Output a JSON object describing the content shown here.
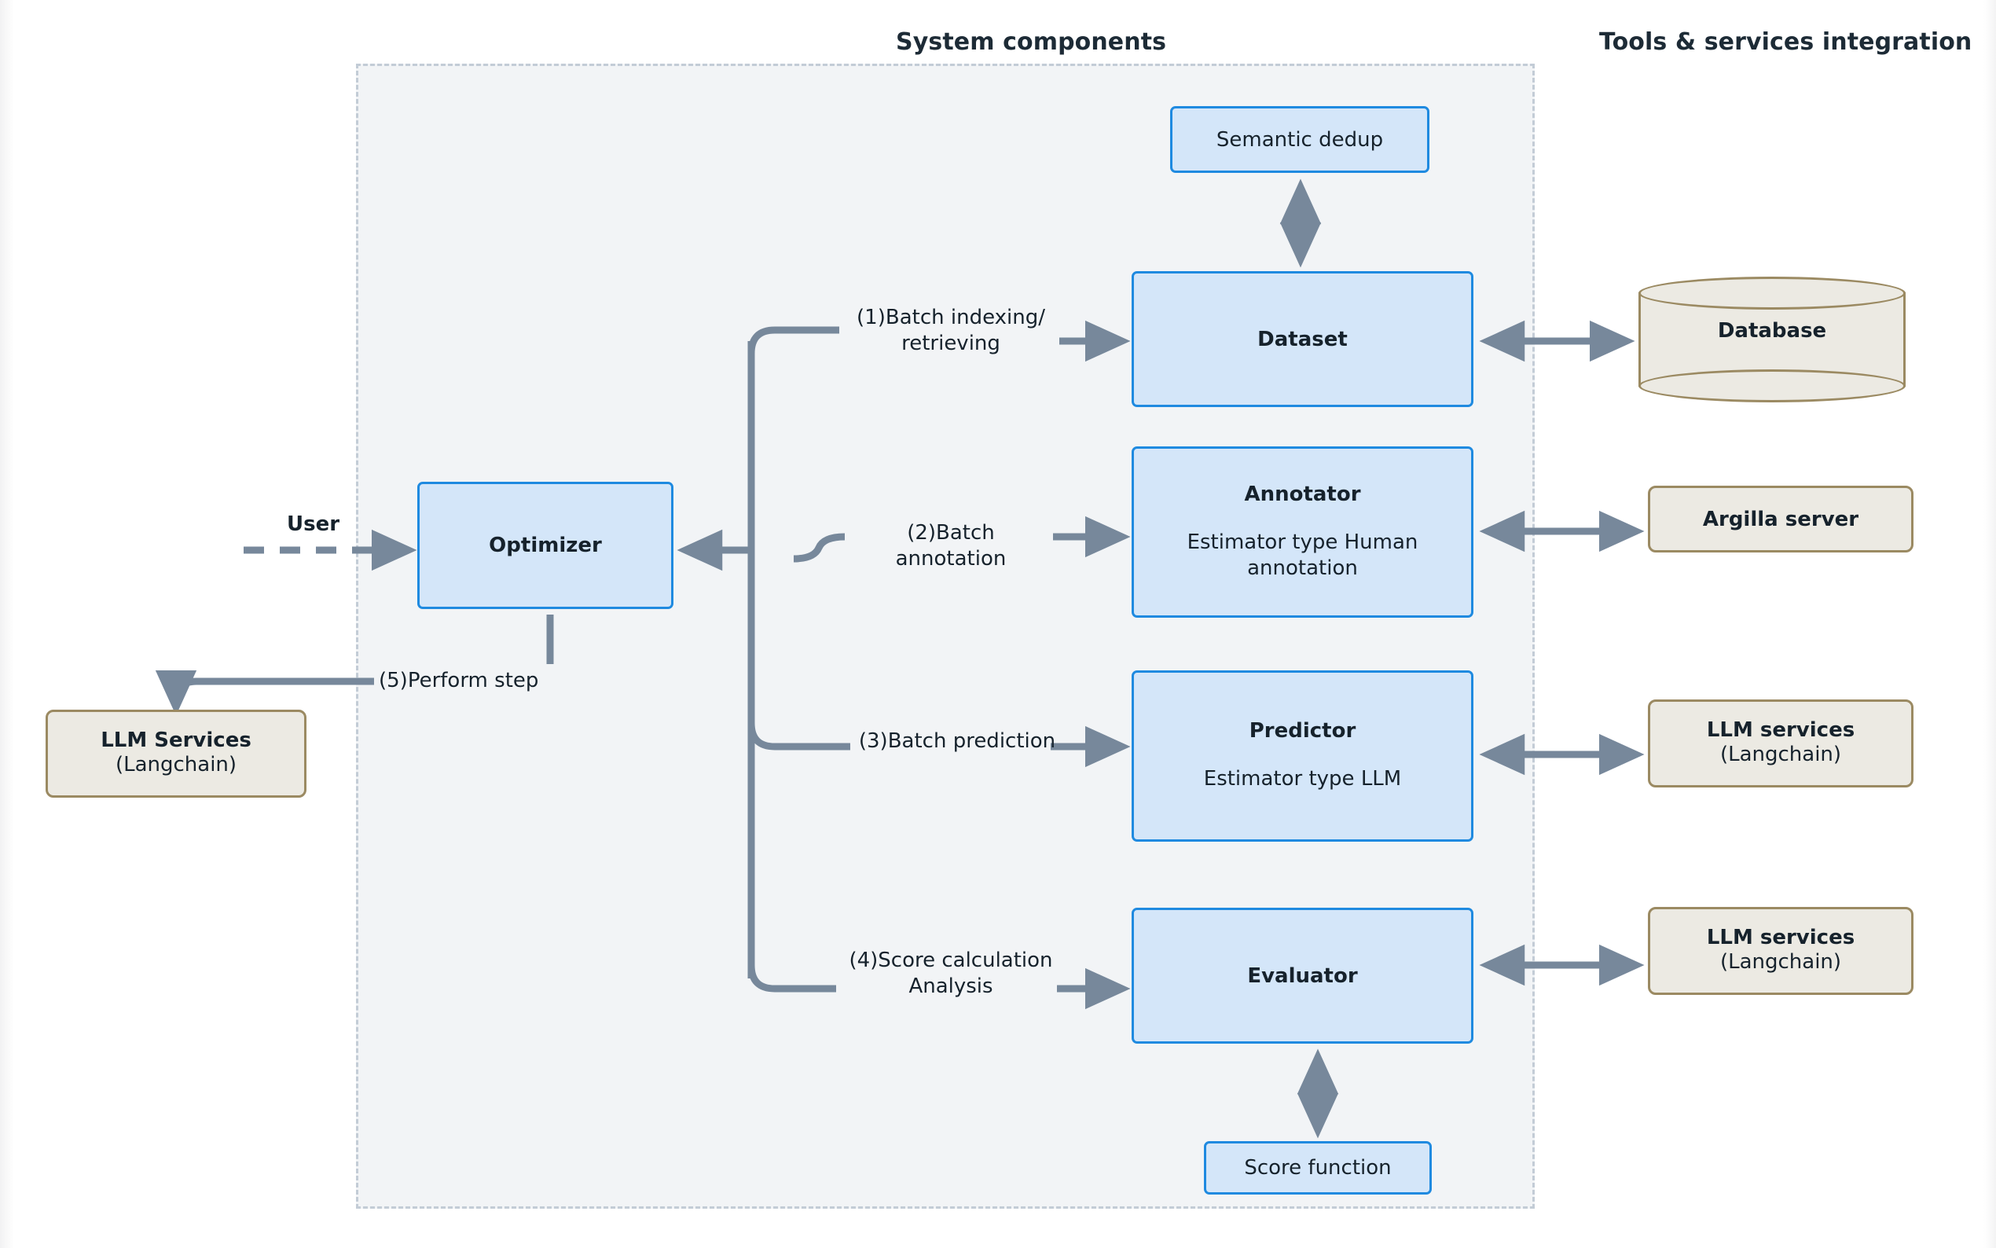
{
  "headings": {
    "system": "System components",
    "tools": "Tools & services integration"
  },
  "nodes": {
    "semantic_dedup": {
      "title": "Semantic dedup"
    },
    "dataset": {
      "title": "Dataset"
    },
    "annotator": {
      "title": "Annotator",
      "sub": "Estimator type\nHuman annotation"
    },
    "predictor": {
      "title": "Predictor",
      "sub": "Estimator type\nLLM"
    },
    "evaluator": {
      "title": "Evaluator"
    },
    "score_function": {
      "title": "Score function"
    },
    "optimizer": {
      "title": "Optimizer"
    },
    "database": {
      "title": "Database"
    },
    "argilla": {
      "title": "Argilla server"
    },
    "llm_right_1": {
      "title": "LLM services",
      "sub": "(Langchain)"
    },
    "llm_right_2": {
      "title": "LLM services",
      "sub": "(Langchain)"
    },
    "llm_left": {
      "title": "LLM Services",
      "sub": "(Langchain)"
    }
  },
  "edges": {
    "user": "User",
    "step1": "(1)Batch indexing/\nretrieving",
    "step2": "(2)Batch annotation",
    "step3": "(3)Batch prediction",
    "step4": "(4)Score calculation\nAnalysis",
    "step5": "(5)Perform step"
  },
  "colors": {
    "heading_text": "#1d2b36",
    "node_text": "#16222c",
    "blue_fill": "#d4e6f9",
    "blue_stroke": "#1f8ae0",
    "tan_fill": "#eceae3",
    "tan_stroke": "#9b8a62",
    "container_fill": "#f2f4f6",
    "container_stroke": "#c3ccd6",
    "connector": "#77889b",
    "page_background": "#ffffff"
  }
}
